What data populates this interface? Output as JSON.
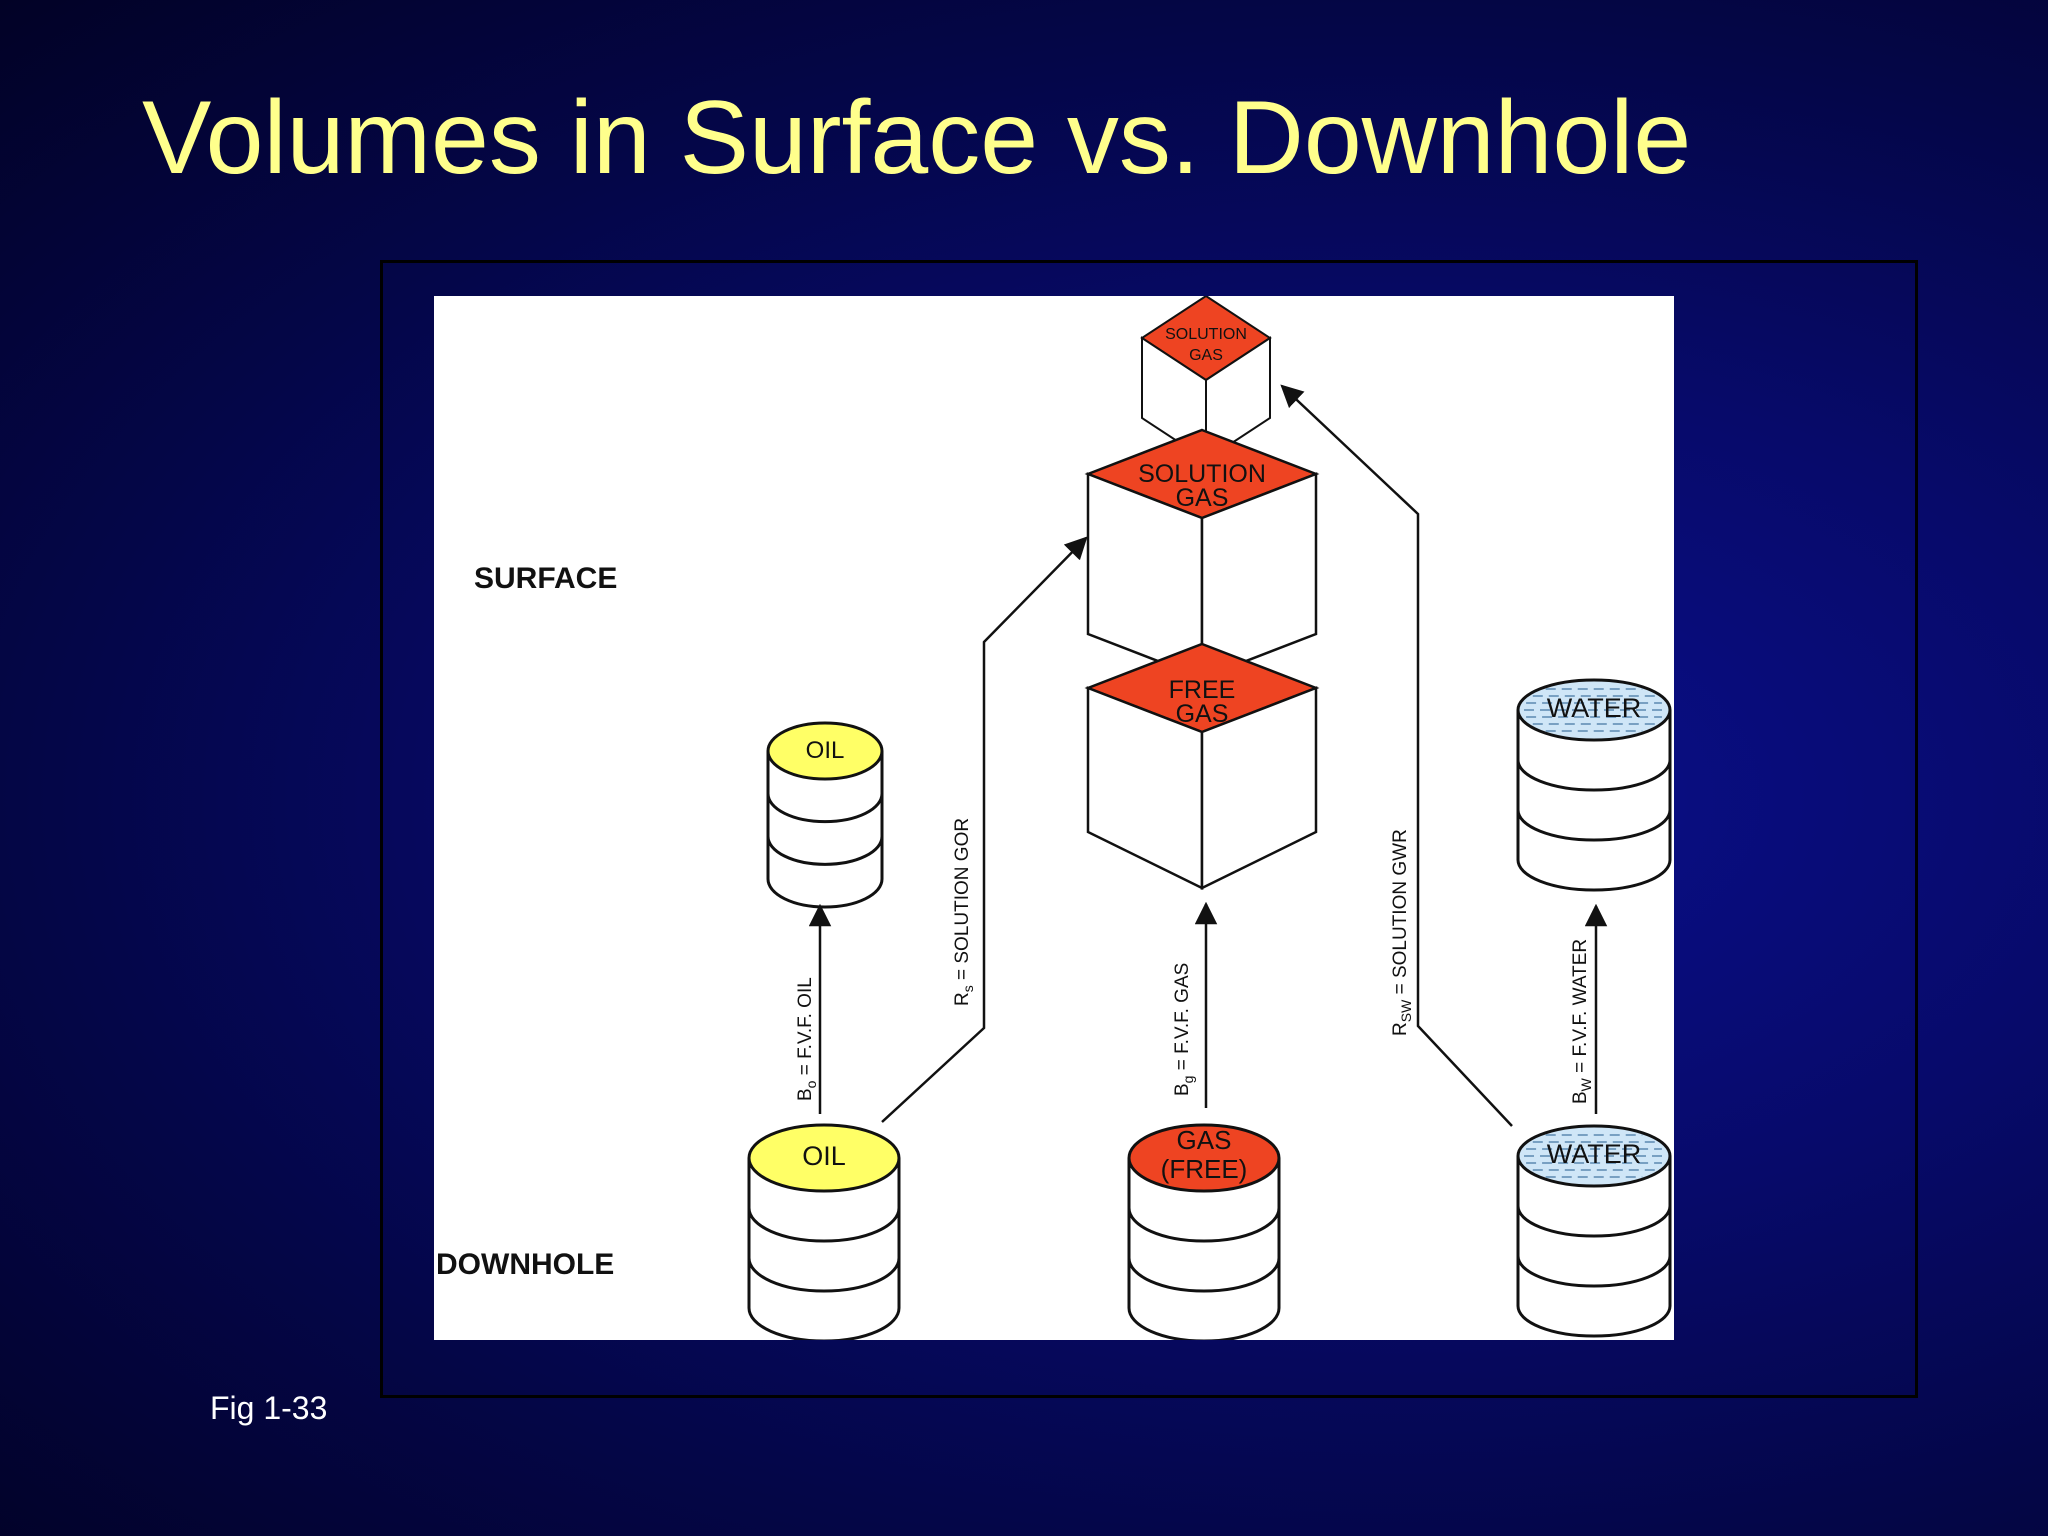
{
  "slide": {
    "title": "Volumes in Surface vs. Downhole",
    "caption": "Fig 1-33"
  },
  "diagram": {
    "levels": {
      "surface": "SURFACE",
      "downhole": "DOWNHOLE"
    },
    "solution_gas_small": {
      "line1": "SOLUTION",
      "line2": "GAS"
    },
    "solution_gas_large": {
      "line1": "SOLUTION",
      "line2": "GAS"
    },
    "free_gas": {
      "line1": "FREE",
      "line2": "GAS"
    },
    "oil_surface": "OIL",
    "water_surface": "WATER",
    "oil_downhole": "OIL",
    "gas_downhole": {
      "line1": "GAS",
      "line2": "(FREE)"
    },
    "water_downhole": "WATER",
    "arrows": {
      "bo": {
        "symbol": "B",
        "sub": "o",
        "rest": " = F.V.F. OIL"
      },
      "rs": {
        "symbol": "R",
        "sub": "s",
        "rest": " = SOLUTION GOR"
      },
      "bg": {
        "symbol": "B",
        "sub": "g",
        "rest": " = F.V.F. GAS"
      },
      "rsw": {
        "symbol": "R",
        "sub": "SW",
        "rest": " = SOLUTION GWR"
      },
      "bw": {
        "symbol": "B",
        "sub": "W",
        "rest": " = F.V.F. WATER"
      }
    },
    "colors": {
      "oil": "#ffff66",
      "gas": "#ee4422",
      "water": "#cfe6f7",
      "water_lines": "#5b88b0",
      "outline": "#111111"
    }
  }
}
